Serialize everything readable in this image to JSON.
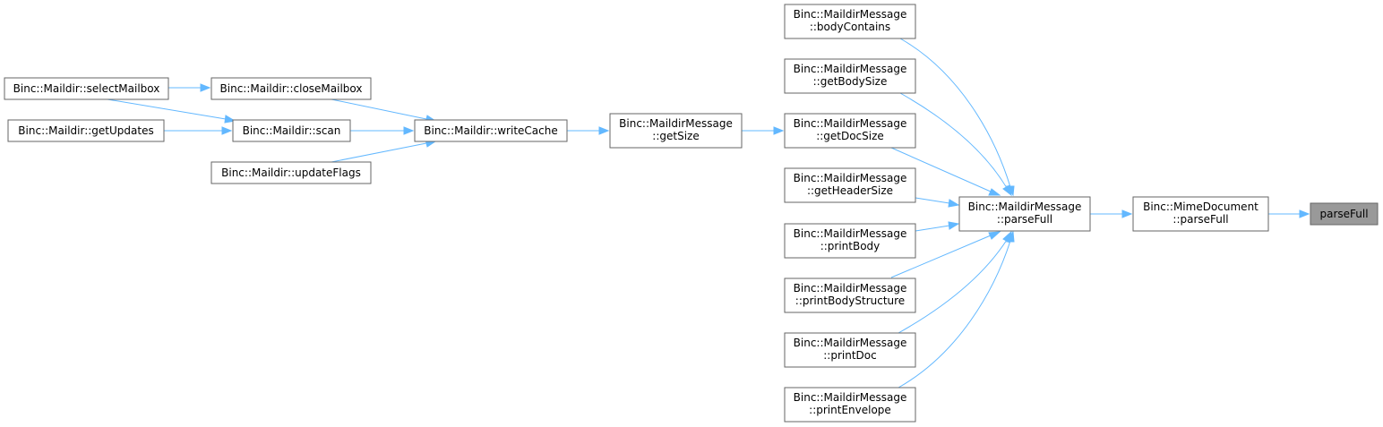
{
  "diagram": {
    "type": "caller-graph",
    "colors": {
      "edge": "#63b8ff",
      "node_border": "#666666",
      "current_node_fill": "#999999"
    },
    "nodes": {
      "parseFull_target": {
        "lines": [
          "parseFull"
        ],
        "current": true
      },
      "mime_parseFull": {
        "lines": [
          "Binc::MimeDocument",
          "::parseFull"
        ]
      },
      "maildir_parseFull": {
        "lines": [
          "Binc::MaildirMessage",
          "::parseFull"
        ]
      },
      "bodyContains": {
        "lines": [
          "Binc::MaildirMessage",
          "::bodyContains"
        ]
      },
      "getBodySize": {
        "lines": [
          "Binc::MaildirMessage",
          "::getBodySize"
        ]
      },
      "getDocSize": {
        "lines": [
          "Binc::MaildirMessage",
          "::getDocSize"
        ]
      },
      "getHeaderSize": {
        "lines": [
          "Binc::MaildirMessage",
          "::getHeaderSize"
        ]
      },
      "printBody": {
        "lines": [
          "Binc::MaildirMessage",
          "::printBody"
        ]
      },
      "printBodyStructure": {
        "lines": [
          "Binc::MaildirMessage",
          "::printBodyStructure"
        ]
      },
      "printDoc": {
        "lines": [
          "Binc::MaildirMessage",
          "::printDoc"
        ]
      },
      "printEnvelope": {
        "lines": [
          "Binc::MaildirMessage",
          "::printEnvelope"
        ]
      },
      "getSize": {
        "lines": [
          "Binc::MaildirMessage",
          "::getSize"
        ]
      },
      "writeCache": {
        "lines": [
          "Binc::Maildir::writeCache"
        ]
      },
      "closeMailbox": {
        "lines": [
          "Binc::Maildir::closeMailbox"
        ]
      },
      "scan": {
        "lines": [
          "Binc::Maildir::scan"
        ]
      },
      "updateFlags": {
        "lines": [
          "Binc::Maildir::updateFlags"
        ]
      },
      "selectMailbox": {
        "lines": [
          "Binc::Maildir::selectMailbox"
        ]
      },
      "getUpdates": {
        "lines": [
          "Binc::Maildir::getUpdates"
        ]
      }
    },
    "edges": [
      {
        "from": "mime_parseFull",
        "to": "parseFull_target"
      },
      {
        "from": "maildir_parseFull",
        "to": "mime_parseFull"
      },
      {
        "from": "bodyContains",
        "to": "maildir_parseFull"
      },
      {
        "from": "getBodySize",
        "to": "maildir_parseFull"
      },
      {
        "from": "getDocSize",
        "to": "maildir_parseFull"
      },
      {
        "from": "getHeaderSize",
        "to": "maildir_parseFull"
      },
      {
        "from": "printBody",
        "to": "maildir_parseFull"
      },
      {
        "from": "printBodyStructure",
        "to": "maildir_parseFull"
      },
      {
        "from": "printDoc",
        "to": "maildir_parseFull"
      },
      {
        "from": "printEnvelope",
        "to": "maildir_parseFull"
      },
      {
        "from": "getSize",
        "to": "getDocSize"
      },
      {
        "from": "writeCache",
        "to": "getSize"
      },
      {
        "from": "closeMailbox",
        "to": "writeCache"
      },
      {
        "from": "scan",
        "to": "writeCache"
      },
      {
        "from": "updateFlags",
        "to": "writeCache"
      },
      {
        "from": "selectMailbox",
        "to": "closeMailbox"
      },
      {
        "from": "selectMailbox",
        "to": "scan"
      },
      {
        "from": "getUpdates",
        "to": "scan"
      }
    ]
  }
}
